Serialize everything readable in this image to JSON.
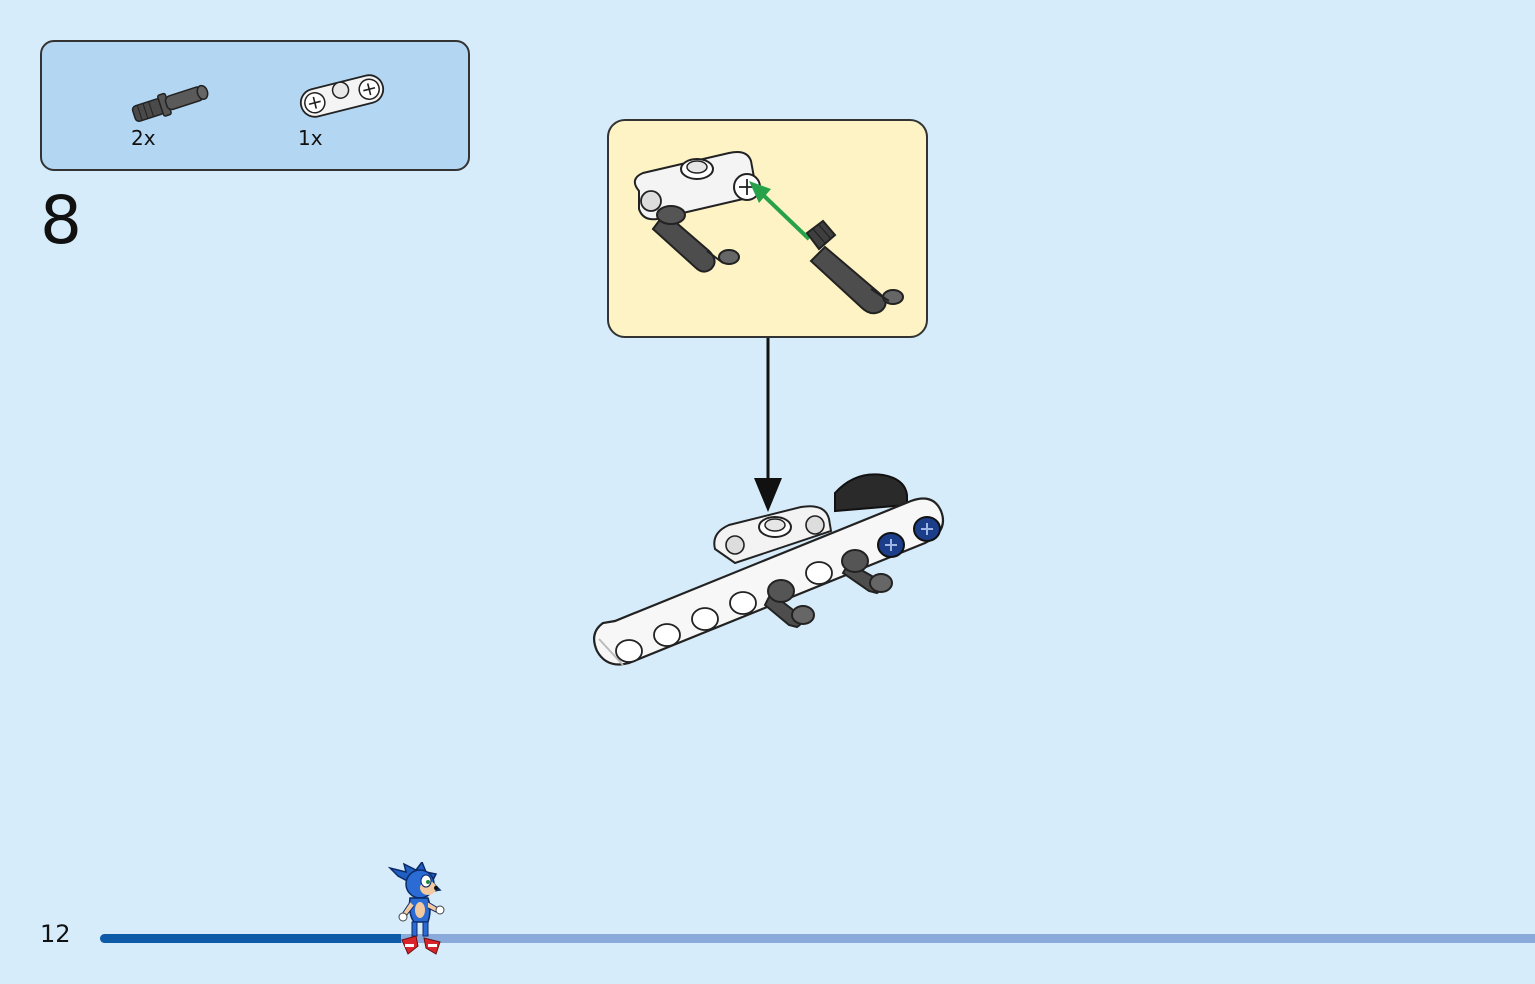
{
  "parts_list": {
    "items": [
      {
        "name": "dark-grey-pin",
        "quantity": "2x"
      },
      {
        "name": "white-double-connector",
        "quantity": "1x"
      }
    ]
  },
  "step": {
    "number": "8"
  },
  "callout": {
    "arrow_color": "#27a24a"
  },
  "footer": {
    "page_number": "12",
    "progress": 0.21,
    "progress_color": "#0e5ca8",
    "track_color": "#8aaadb"
  },
  "colors": {
    "background": "#d6ecfa",
    "parts_box": "#b3d7f3",
    "callout_box": "#fdf3c4"
  }
}
